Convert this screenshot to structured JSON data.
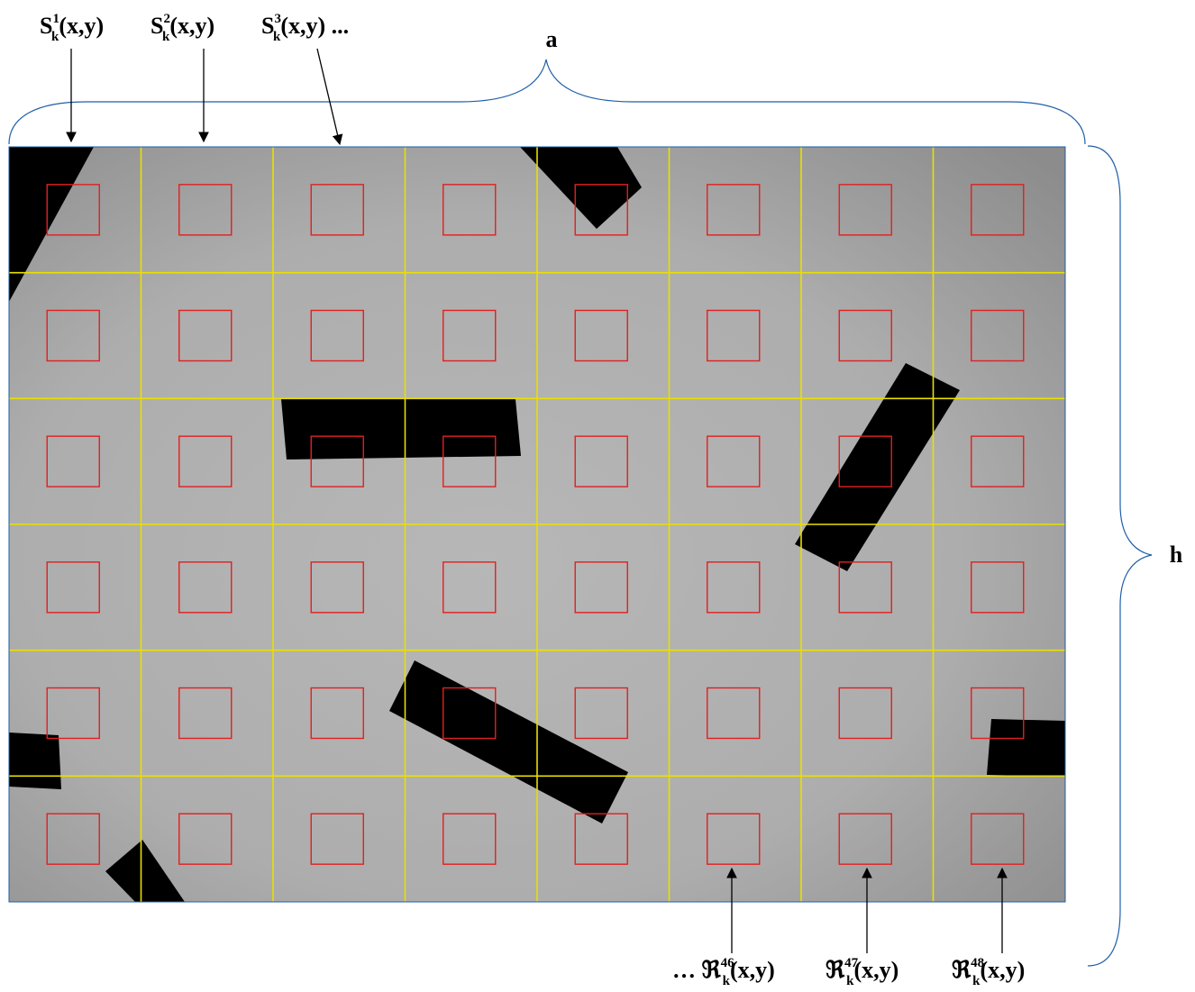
{
  "figure": {
    "width_label": "a",
    "height_label": "h",
    "grid": {
      "rows": 6,
      "cols": 8
    },
    "colors": {
      "grid_line": "#e8e000",
      "roi_box": "#e02020",
      "frame": "#1f5fa8",
      "brace": "#1f5fa8",
      "object": "#000000"
    }
  },
  "top_labels": [
    {
      "base": "S",
      "sup": "1",
      "sub": "k",
      "args": "(x,y)",
      "tail": ""
    },
    {
      "base": "S",
      "sup": "2",
      "sub": "k",
      "args": "(x,y)",
      "tail": ""
    },
    {
      "base": "S",
      "sup": "3",
      "sub": "k",
      "args": "(x,y)",
      "tail": " ..."
    }
  ],
  "bottom_labels": [
    {
      "lead": "… ",
      "base": "ℜ",
      "sup": "46",
      "sub": "k",
      "args": "(x,y)"
    },
    {
      "lead": "",
      "base": "ℜ",
      "sup": "47",
      "sub": "k",
      "args": "(x,y)"
    },
    {
      "lead": "",
      "base": "ℜ",
      "sup": "48",
      "sub": "k",
      "args": "(x,y)"
    }
  ]
}
